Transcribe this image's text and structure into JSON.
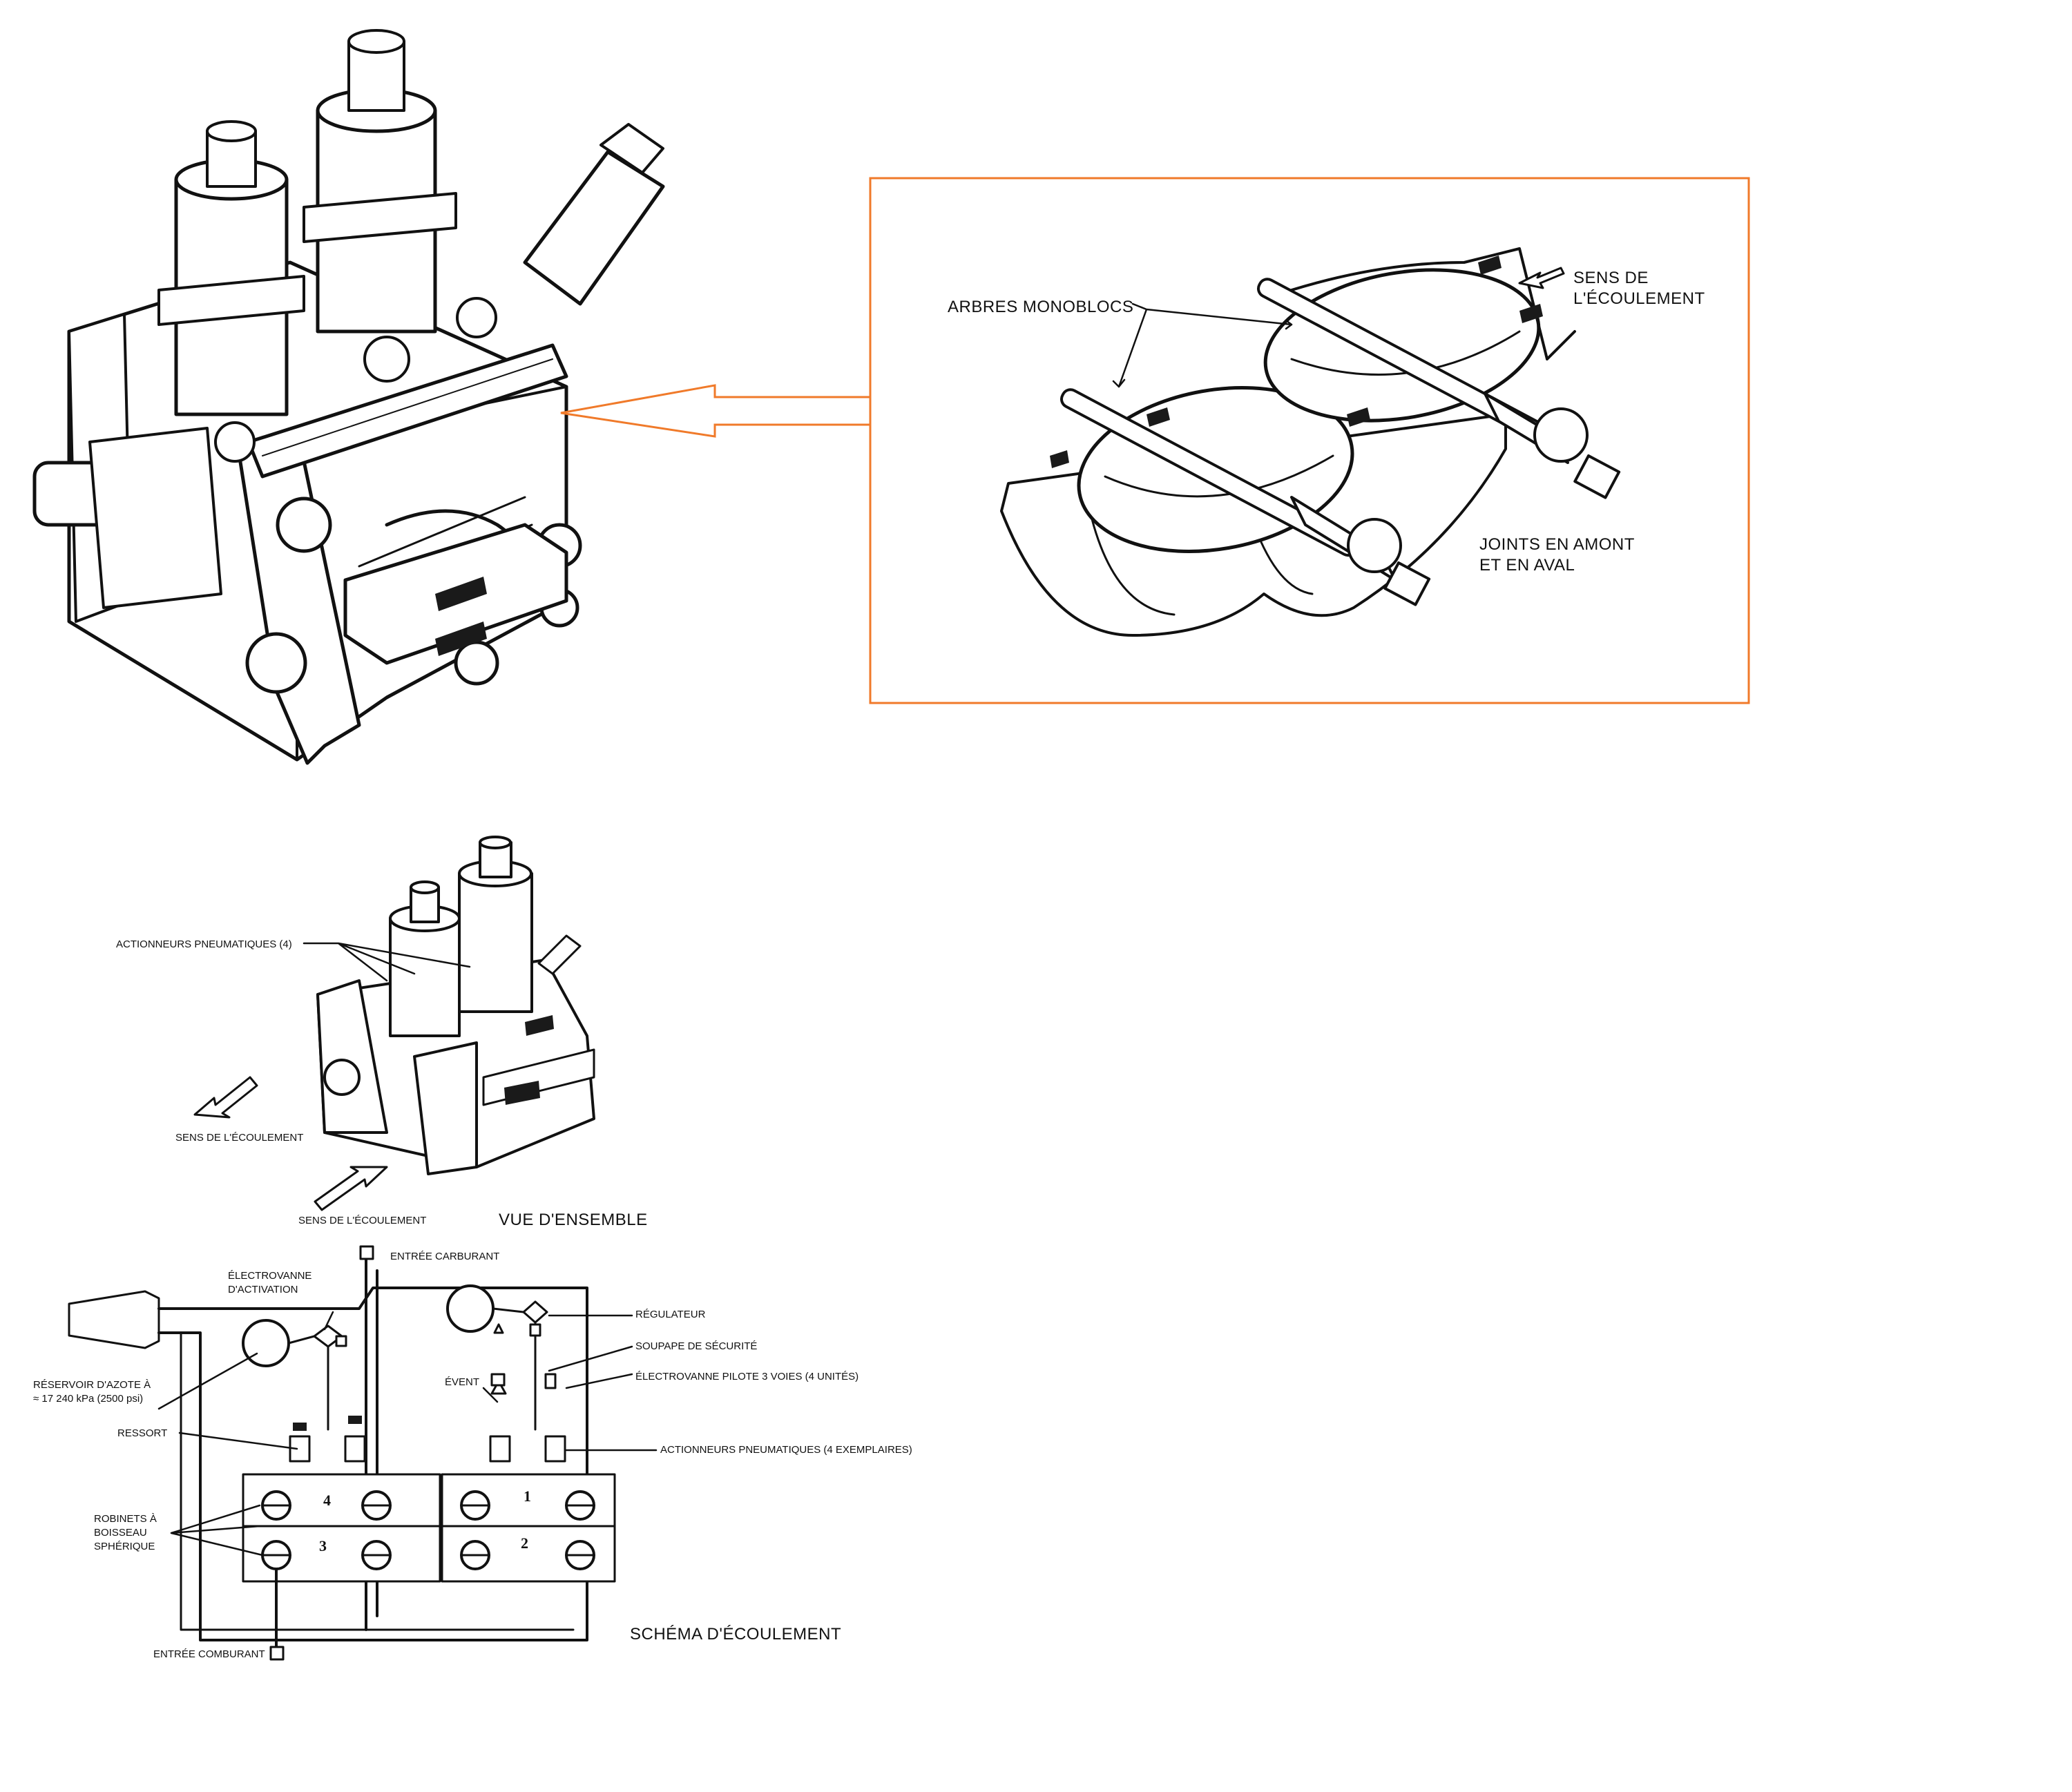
{
  "detail_view": {
    "label_shafts": "ARBRES MONOBLOCS",
    "label_flow_line1": "SENS DE",
    "label_flow_line2": "L'ÉCOULEMENT",
    "label_seals_line1": "JOINTS EN AMONT",
    "label_seals_line2": "ET EN AVAL",
    "callout_color": "#f07a2a"
  },
  "overview": {
    "title": "VUE D'ENSEMBLE",
    "label_actuators": "ACTIONNEURS PNEUMATIQUES (4)",
    "label_flow_a": "SENS DE L'ÉCOULEMENT",
    "label_flow_b": "SENS DE L'ÉCOULEMENT"
  },
  "schematic": {
    "title": "SCHÉMA D'ÉCOULEMENT",
    "fuel_inlet": "ENTRÉE CARBURANT",
    "oxidizer_inlet": "ENTRÉE COMBURANT",
    "activation_valve_line1": "ÉLECTROVANNE",
    "activation_valve_line2": "D'ACTIVATION",
    "nitrogen_tank_line1": "RÉSERVOIR D'AZOTE À",
    "nitrogen_tank_line2": "≈ 17 240 kPa (2500 psi)",
    "spring": "RESSORT",
    "ball_valves_line1": "ROBINETS À",
    "ball_valves_line2": "BOISSEAU",
    "ball_valves_line3": "SPHÉRIQUE",
    "regulator": "RÉGULATEUR",
    "relief_valve": "SOUPAPE DE SÉCURITÉ",
    "pilot_valve": "ÉLECTROVANNE PILOTE 3 VOIES (4 UNITÉS)",
    "vent": "ÉVENT",
    "actuators": "ACTIONNEURS PNEUMATIQUES (4 EXEMPLAIRES)",
    "valve_numbers": [
      "1",
      "2",
      "3",
      "4"
    ]
  }
}
